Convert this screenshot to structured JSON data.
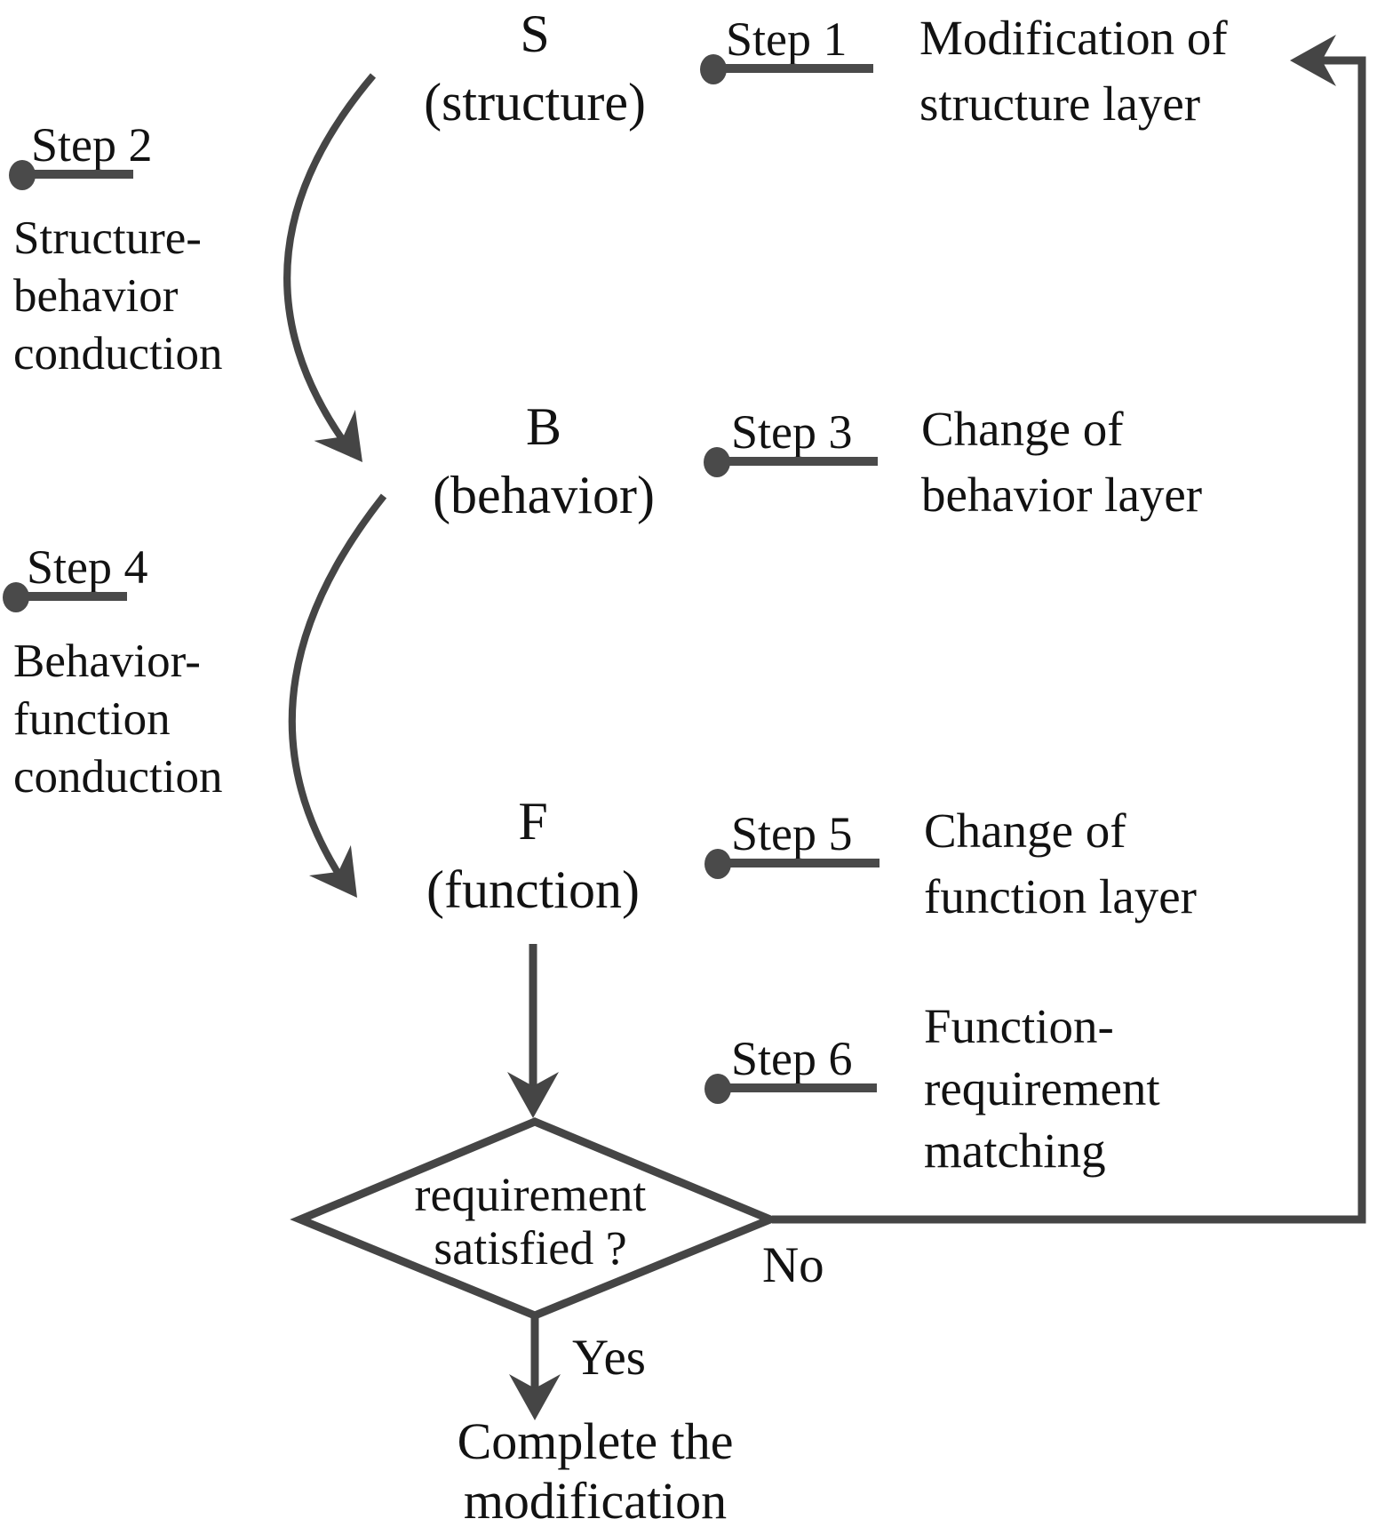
{
  "nodes": {
    "structure": {
      "symbol": "S",
      "label": "(structure)"
    },
    "behavior": {
      "symbol": "B",
      "label": "(behavior)"
    },
    "function": {
      "symbol": "F",
      "label": "(function)"
    }
  },
  "steps": [
    {
      "label": "Step 1",
      "lines": [
        "Modification of",
        "structure layer"
      ]
    },
    {
      "label": "Step 2",
      "lines": [
        "Structure-",
        "behavior",
        "conduction"
      ]
    },
    {
      "label": "Step 3",
      "lines": [
        "Change of",
        "behavior layer"
      ]
    },
    {
      "label": "Step 4",
      "lines": [
        "Behavior-",
        "function",
        "conduction"
      ]
    },
    {
      "label": "Step 5",
      "lines": [
        "Change of",
        "function layer"
      ]
    },
    {
      "label": "Step 6",
      "lines": [
        "Function-",
        "requirement",
        "matching"
      ]
    }
  ],
  "decision": {
    "lines": [
      "requirement",
      "satisfied ?"
    ]
  },
  "branches": {
    "no": "No",
    "yes": "Yes"
  },
  "end": {
    "lines": [
      "Complete the",
      "modification"
    ]
  },
  "colors": {
    "line": "#454545",
    "text": "#161616"
  }
}
